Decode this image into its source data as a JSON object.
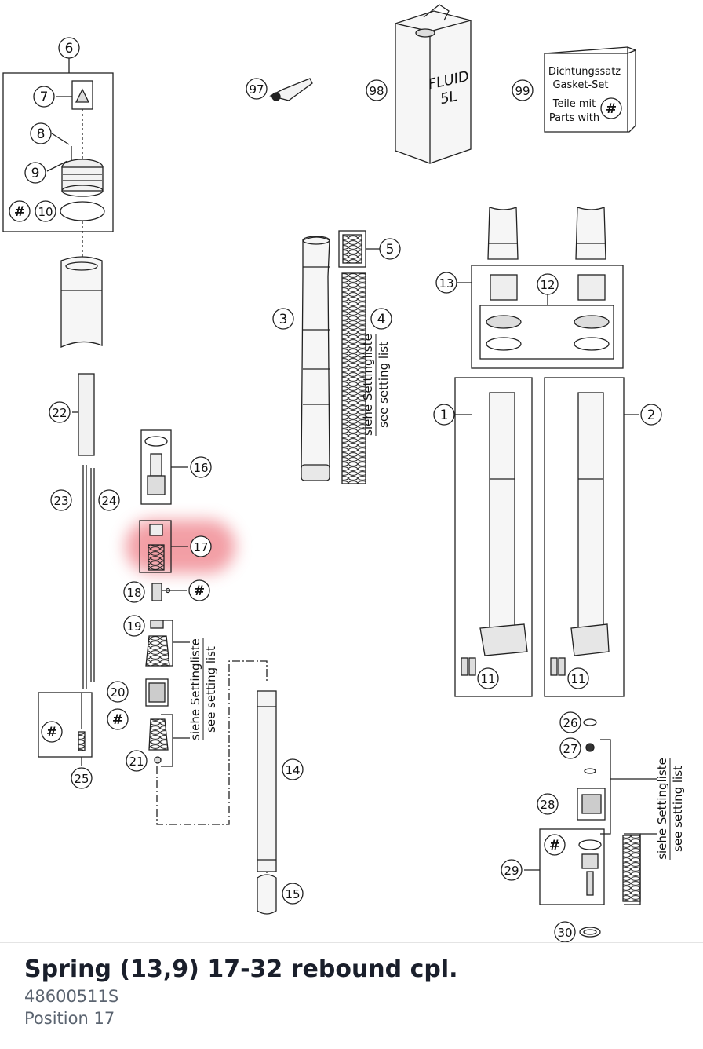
{
  "diagram": {
    "callouts": [
      "1",
      "2",
      "3",
      "4",
      "5",
      "6",
      "7",
      "8",
      "9",
      "10",
      "11",
      "11",
      "12",
      "13",
      "14",
      "15",
      "16",
      "17",
      "18",
      "19",
      "20",
      "21",
      "22",
      "23",
      "24",
      "25",
      "26",
      "27",
      "28",
      "29",
      "30",
      "97",
      "98",
      "99"
    ],
    "hash_symbol": "#",
    "fluid_label_line1": "FLUID",
    "fluid_label_line2": "5L",
    "gasket_box": {
      "line1": "Dichtungssatz",
      "line2": "Gasket-Set",
      "line3": "Teile mit",
      "line4": "Parts with"
    },
    "setting_note": {
      "de": "siehe Settingliste",
      "en": "see setting list"
    },
    "highlight_color": "#e8505b"
  },
  "part": {
    "title": "Spring (13,9) 17-32 rebound cpl.",
    "number": "48600511S",
    "position_label": "Position",
    "position_value": "17"
  }
}
